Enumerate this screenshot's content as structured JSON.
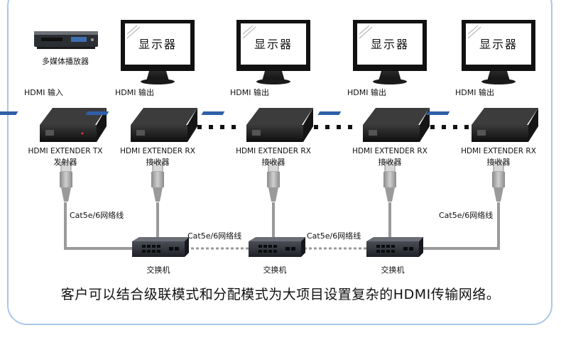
{
  "source_device": {
    "label": "多媒体播放器",
    "port_label": "HDMI 输入",
    "extender_label": "HDMI EXTENDER TX",
    "extender_sub": "发射器"
  },
  "displays": [
    {
      "screen_text": "显示器",
      "port_label": "HDMI 输出",
      "extender_label": "HDMI EXTENDER RX",
      "extender_sub": "接收器"
    },
    {
      "screen_text": "显示器",
      "port_label": "HDMI 输出",
      "extender_label": "HDMI EXTENDER RX",
      "extender_sub": "接收器"
    },
    {
      "screen_text": "显示器",
      "port_label": "HDMI 输出",
      "extender_label": "HDMI EXTENDER RX",
      "extender_sub": "接收器"
    },
    {
      "screen_text": "显示器",
      "port_label": "HDMI 输出",
      "extender_label": "HDMI EXTENDER RX",
      "extender_sub": "接收器"
    }
  ],
  "cables": {
    "left_label": "Cat5e/6网络线",
    "right_label": "Cat5e/6网络线",
    "switch_link_1": "Cat5e/6网络线",
    "switch_link_2": "Cat5e/6网络线"
  },
  "switches": [
    {
      "label": "交换机"
    },
    {
      "label": "交换机"
    },
    {
      "label": "交换机"
    }
  ],
  "caption": "客户可以结合级联模式和分配模式为大项目设置复杂的HDMI传输网络。",
  "colors": {
    "frame_border": "#a9c8ea",
    "cable": "#9a9a9a",
    "device_body": "#1c1c1c",
    "screen_bg": "#ffffff"
  }
}
